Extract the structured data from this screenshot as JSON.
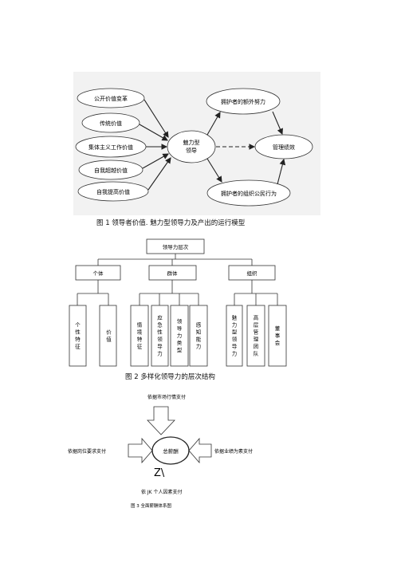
{
  "figure1": {
    "caption": "图 1 领导者价值. 魅力型领导力及产出的运行模型",
    "left_nodes": [
      "公开价值变革",
      "传统价值",
      "集体主义工作价值",
      "自我超越价值",
      "自我提高价值"
    ],
    "center": [
      "魅力型",
      "领导"
    ],
    "right_top": "拥护者的额外努力",
    "right_mid": "管理绩效",
    "right_bottom": "拥护者的组织公民行为"
  },
  "figure2": {
    "caption": "图 2 多样化领导力的层次结构",
    "root": "领导力层次",
    "groups": [
      {
        "label": "个体",
        "leaves": [
          "个性特征",
          "价值"
        ]
      },
      {
        "label": "群体",
        "leaves": [
          "情境特征",
          "应急性领导力",
          "领导力类型",
          "感知能力"
        ]
      },
      {
        "label": "组织",
        "leaves": [
          "魅力型领导力",
          "高层管理团队",
          "董事会"
        ]
      }
    ]
  },
  "figure3": {
    "top_label": "依据市场行情支付",
    "left_label": "依据岗位要求支付",
    "right_label": "依据业绩为素支付",
    "center": "总薪酬",
    "mark": "Z\\",
    "bottom_label": "依 JK 个人因素支付",
    "caption": "图 3 全面薪酬体系图"
  }
}
